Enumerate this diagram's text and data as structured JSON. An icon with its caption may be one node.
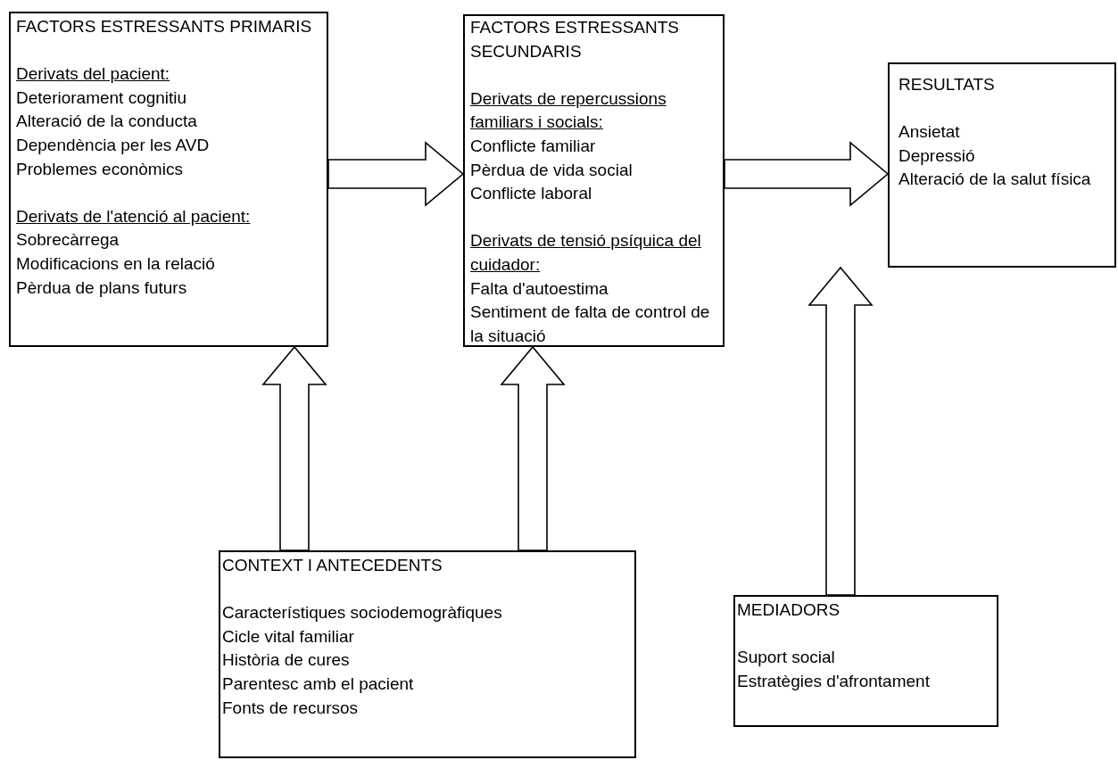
{
  "diagram": {
    "nodes": [
      {
        "text": [
          "FACTORS ESTRESSANTS PRIMARIS",
          "Derivats del pacient:",
          "Deteriorament cognitiu",
          "Alteració de la conducta",
          "Dependència per les AVD",
          "Problemes econòmics",
          "Derivats de l'atenció al pacient:",
          "Sobrecàrrega",
          "Modificacions en la relació",
          "Pèrdua de plans futurs"
        ]
      },
      {
        "text": [
          "FACTORS ESTRESSANTS SECUNDARIS",
          "Derivats de repercussions familiars i socials:",
          "Conflicte familiar",
          "Pèrdua de vida social",
          "Conflicte laboral",
          "Derivats de tensió psíquica del cuidador:",
          "Falta d'autoestima",
          "Sentiment de falta de control de la situació"
        ]
      },
      {
        "text": [
          "RESULTATS",
          "Ansietat",
          "Depressió",
          "Alteració de la salut física"
        ]
      },
      {
        "text": [
          "CONTEXT I ANTECEDENTS",
          "Característiques sociodemogràfiques",
          "Cicle vital familiar",
          "Història de cures",
          "Parentesc amb el pacient",
          "Fonts de recursos"
        ]
      },
      {
        "text": [
          "MEDIADORS",
          "Suport social",
          "Estratègies d'afrontament"
        ]
      }
    ],
    "edges": [
      {
        "from": 0,
        "to": 1,
        "arrow": "to"
      },
      {
        "from": 1,
        "to": 2,
        "arrow": "to"
      },
      {
        "from": 3,
        "to": 0,
        "arrow": "to"
      },
      {
        "from": 3,
        "to": 1,
        "arrow": "to"
      },
      {
        "from": 4,
        "to": 2,
        "arrow": "to"
      }
    ]
  }
}
